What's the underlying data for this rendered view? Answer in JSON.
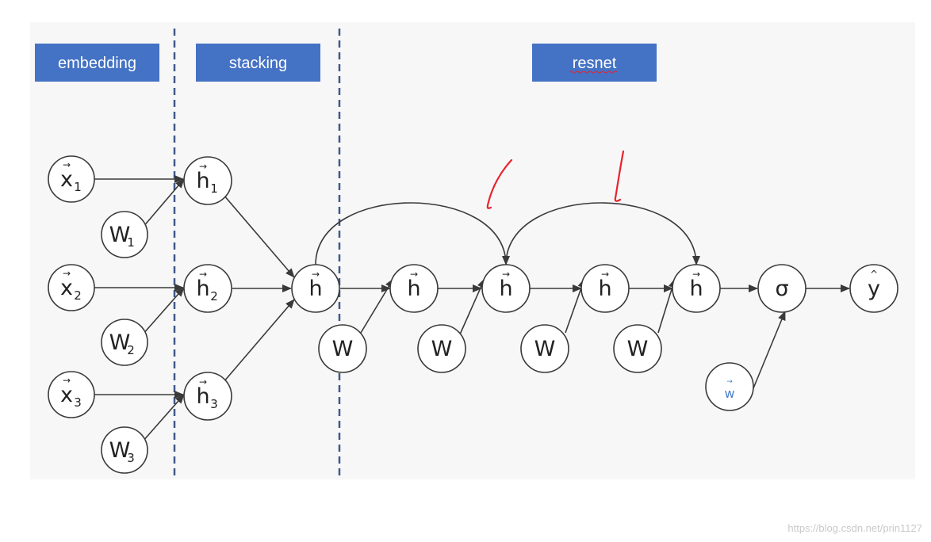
{
  "headers": {
    "embedding": "embedding",
    "stacking": "stacking",
    "resnet": "resnet"
  },
  "nodes": {
    "x1": {
      "main": "x",
      "sub": "1",
      "mark": "→"
    },
    "x2": {
      "main": "x",
      "sub": "2",
      "mark": "→"
    },
    "x3": {
      "main": "x",
      "sub": "3",
      "mark": "→"
    },
    "w1": {
      "main": "W",
      "sub": "1"
    },
    "w2": {
      "main": "W",
      "sub": "2"
    },
    "w3": {
      "main": "W",
      "sub": "3"
    },
    "h1": {
      "main": "h",
      "sub": "1",
      "mark": "→"
    },
    "h2": {
      "main": "h",
      "sub": "2",
      "mark": "→"
    },
    "h3": {
      "main": "h",
      "sub": "3",
      "mark": "→"
    },
    "h": {
      "main": "h",
      "mark": "→"
    },
    "r1": {
      "main": "h",
      "mark": "→"
    },
    "r2": {
      "main": "h",
      "mark": "→"
    },
    "r3": {
      "main": "h",
      "mark": "→"
    },
    "r4": {
      "main": "h",
      "mark": "→"
    },
    "rw1": {
      "main": "W"
    },
    "rw2": {
      "main": "W"
    },
    "rw3": {
      "main": "W"
    },
    "rw4": {
      "main": "W"
    },
    "sigma": {
      "main": "σ"
    },
    "wvec": {
      "main": "w",
      "mark": "→"
    },
    "yhat": {
      "main": "y",
      "mark": "^"
    }
  },
  "colors": {
    "header_fill": "#4472c4",
    "divider": "#41598a",
    "annotation": "#e8232f",
    "node_stroke": "#3a3a3a",
    "wvec_text": "#4a7fc9"
  },
  "watermark": "https://blog.csdn.net/prin1127"
}
